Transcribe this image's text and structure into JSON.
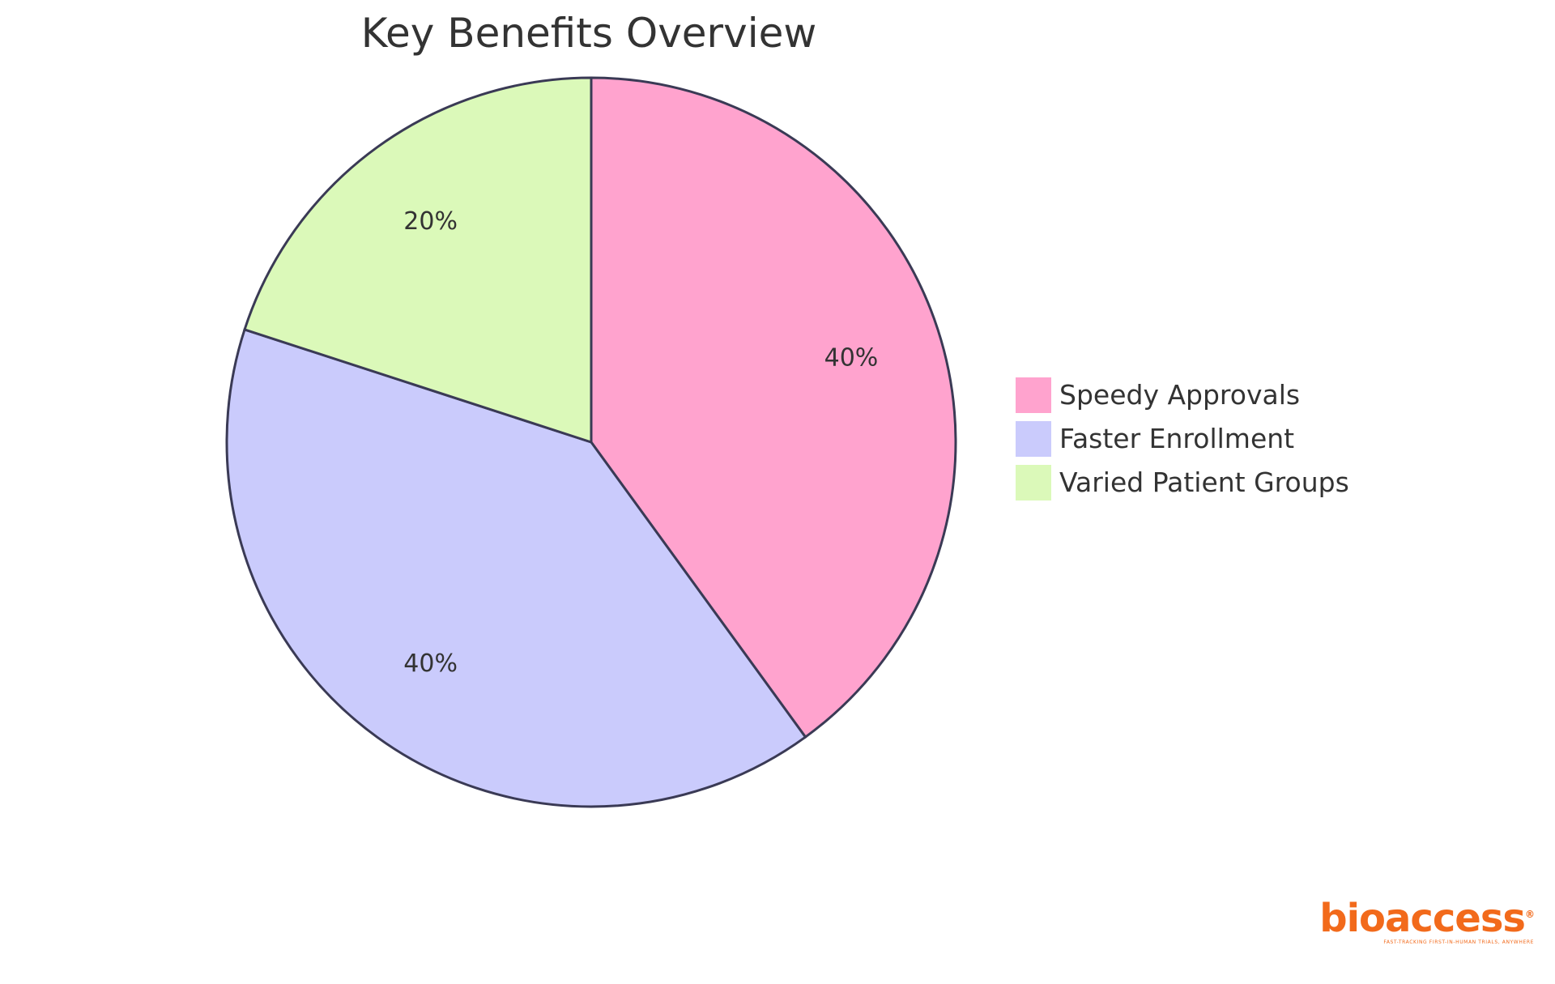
{
  "chart_data": {
    "type": "pie",
    "title": "Key Benefits Overview",
    "series": [
      {
        "name": "Speedy Approvals",
        "value": 40,
        "label": "40%",
        "color": "#ffa3ce"
      },
      {
        "name": "Faster Enrollment",
        "value": 40,
        "label": "40%",
        "color": "#cacbfc"
      },
      {
        "name": "Varied Patient Groups",
        "value": 20,
        "label": "20%",
        "color": "#dbf9b9"
      }
    ],
    "legend_position": "right",
    "stroke_color": "#3a3a55"
  },
  "logo": {
    "word": "bioaccess",
    "mark": "®",
    "tagline": "FAST-TRACKING FIRST-IN-HUMAN TRIALS, ANYWHERE",
    "color": "#f26a1b"
  }
}
